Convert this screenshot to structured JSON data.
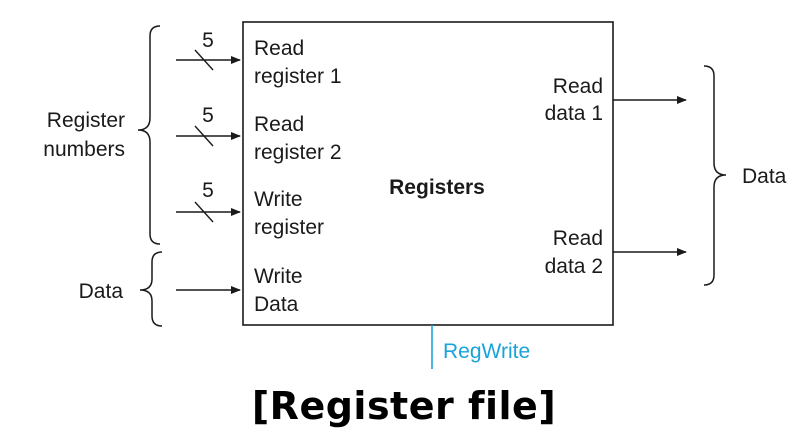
{
  "diagram": {
    "block_label": "Registers",
    "inputs": {
      "read_register_1": {
        "line1": "Read",
        "line2": "register 1",
        "width": "5"
      },
      "read_register_2": {
        "line1": "Read",
        "line2": "register 2",
        "width": "5"
      },
      "write_register": {
        "line1": "Write",
        "line2": "register",
        "width": "5"
      },
      "write_data": {
        "line1": "Write",
        "line2": "Data"
      }
    },
    "outputs": {
      "read_data_1": {
        "line1": "Read",
        "line2": "data 1"
      },
      "read_data_2": {
        "line1": "Read",
        "line2": "data 2"
      }
    },
    "control": {
      "label": "RegWrite",
      "color": "#1aa3d9"
    },
    "groups": {
      "register_numbers": {
        "line1": "Register",
        "line2": "numbers"
      },
      "data_in": "Data",
      "data_out": "Data"
    }
  },
  "caption": "[Register file]"
}
